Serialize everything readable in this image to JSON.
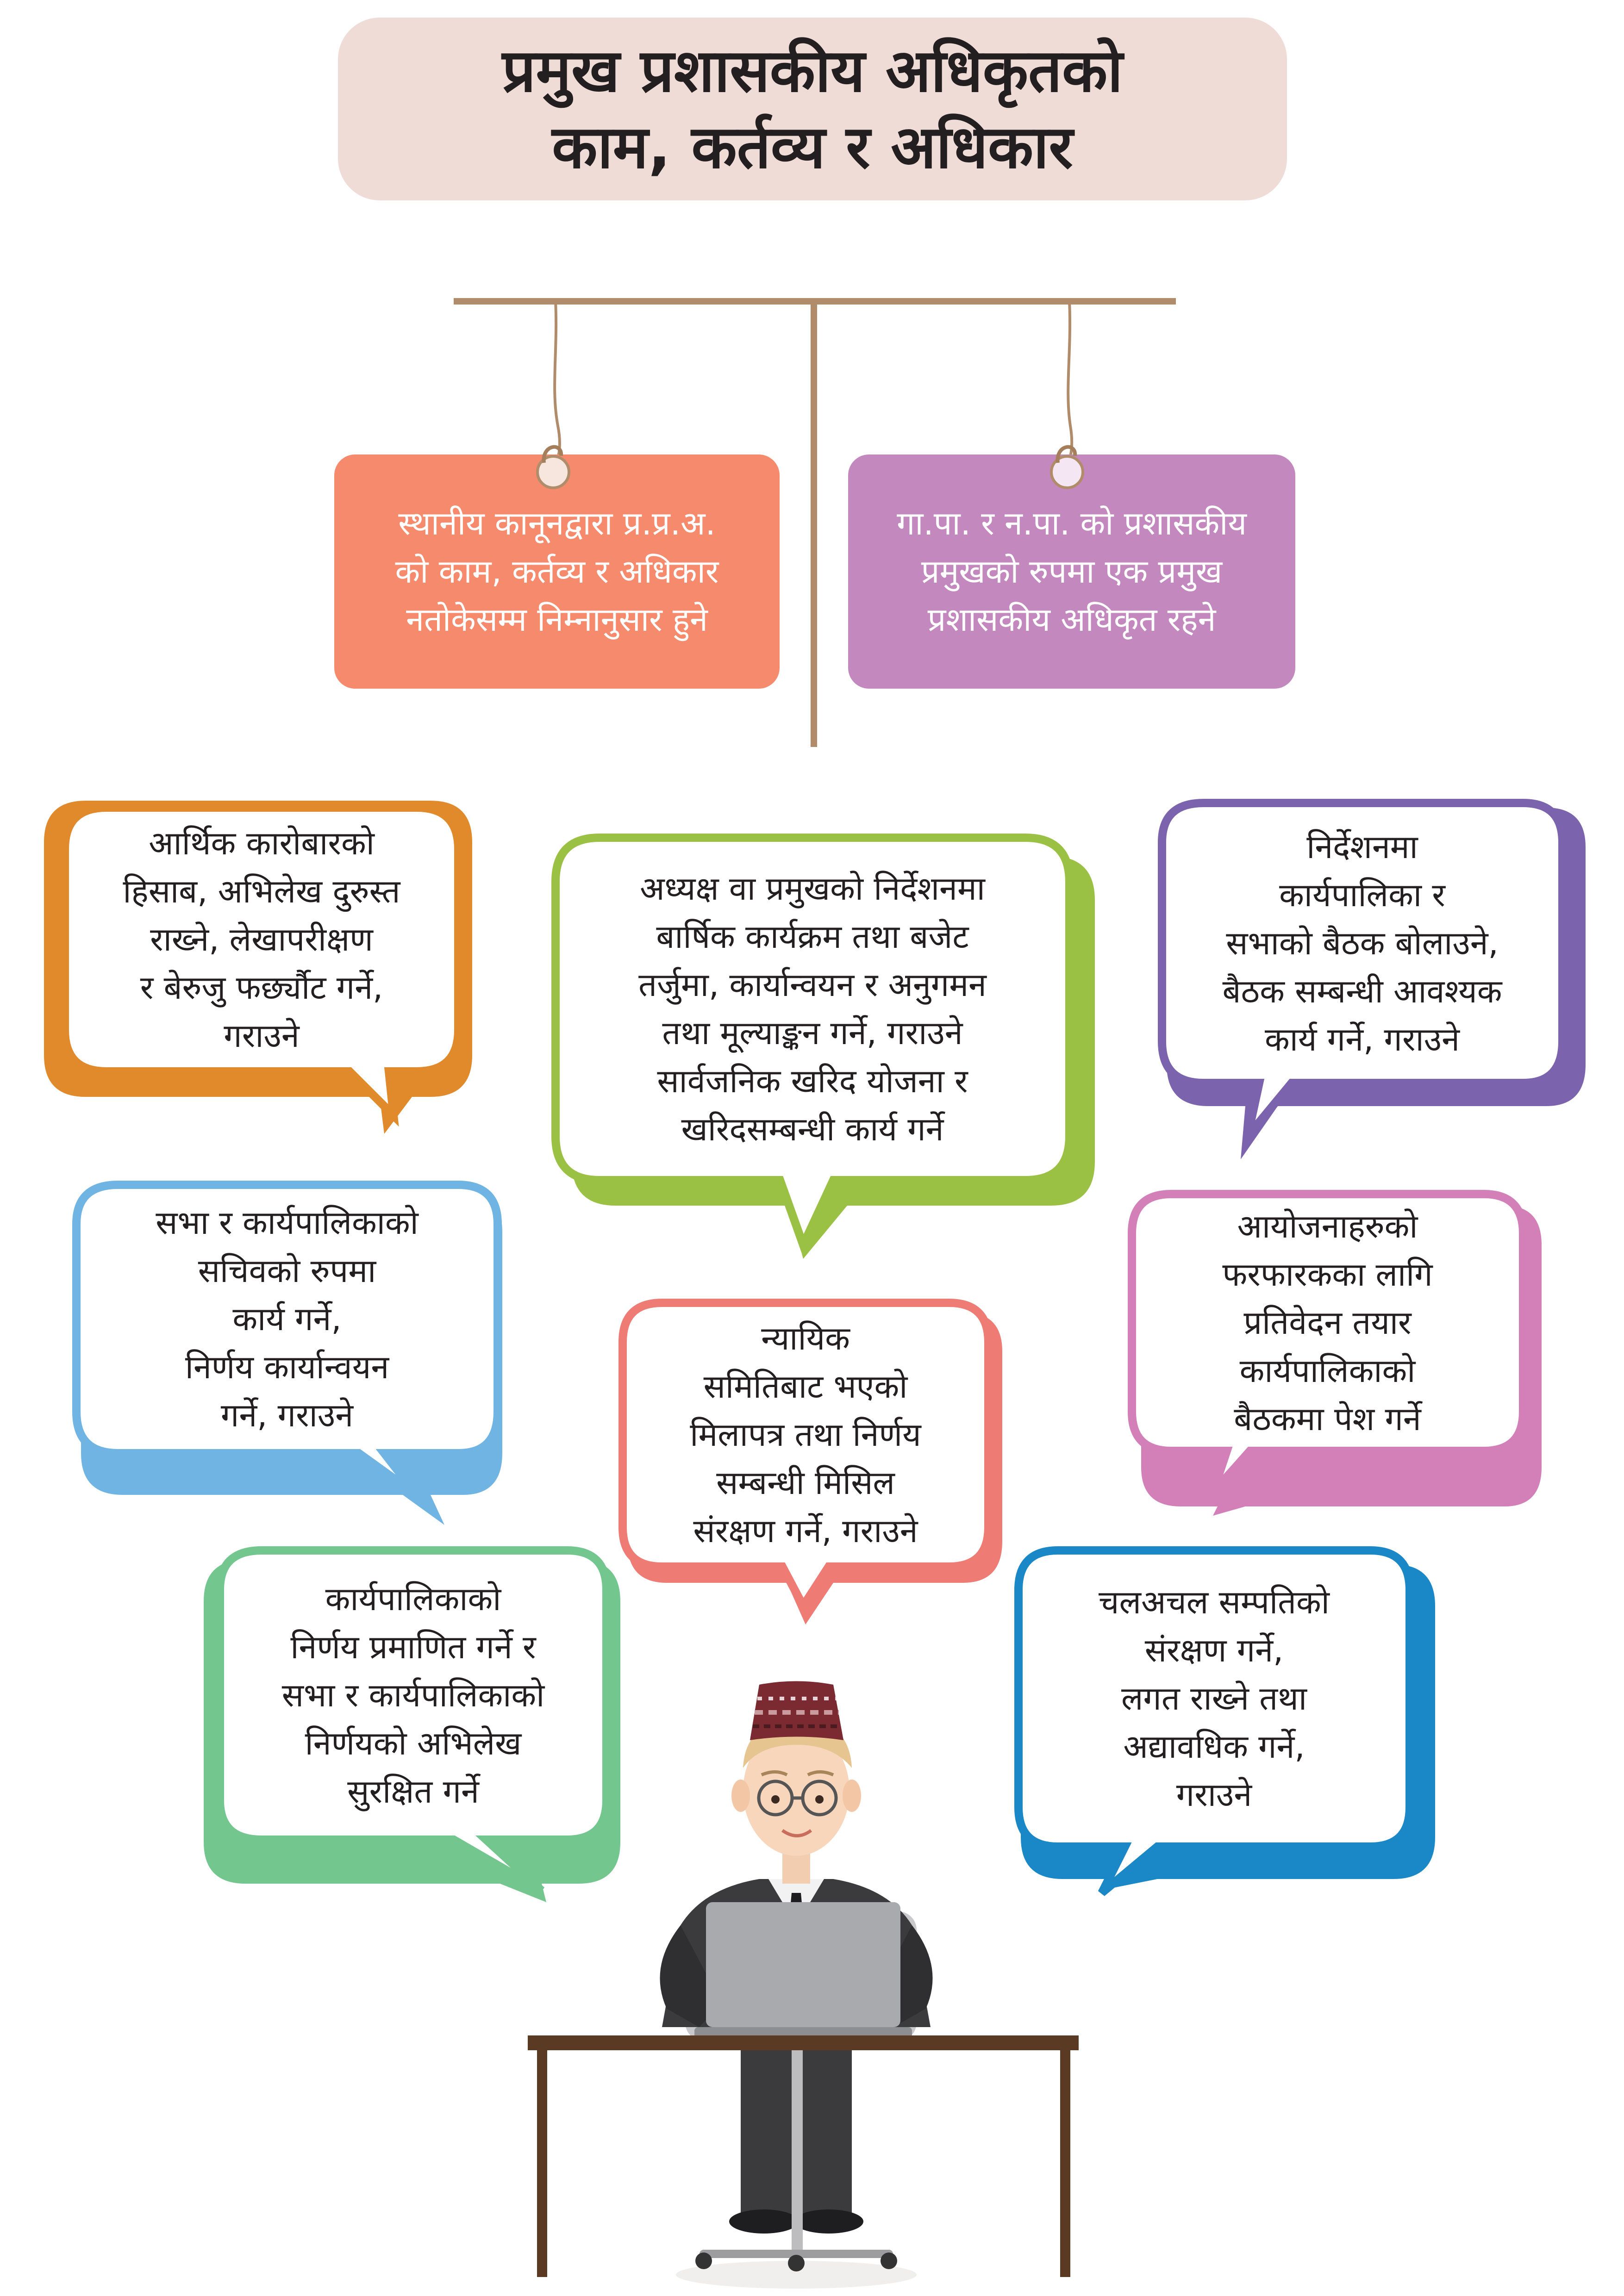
{
  "header": {
    "title_lines": [
      "प्रमुख प्रशासकीय अधिकृतको",
      "काम, कर्तव्य र अधिकार"
    ]
  },
  "signs": [
    {
      "lines": [
        "स्थानीय कानूनद्वारा प्र.प्र.अ.",
        "को काम, कर्तव्य र अधिकार",
        "नतोकेसम्म निम्नानुसार हुने"
      ],
      "color": "#f58b6c"
    },
    {
      "lines": [
        "गा.पा. र न.पा. को प्रशासकीय",
        "प्रमुखको रुपमा एक प्रमुख",
        "प्रशासकीय अधिकृत रहने"
      ],
      "color": "#c388be"
    }
  ],
  "bubbles": [
    {
      "lines": [
        "आर्थिक कारोबारको",
        "हिसाब, अभिलेख दुरुस्त",
        "राख्ने, लेखापरीक्षण",
        "र बेरुजु फर्छ्यौट गर्ने,",
        "गराउने"
      ],
      "color": "#e08a2c"
    },
    {
      "lines": [
        "अध्यक्ष वा प्रमुखको निर्देशनमा",
        "बार्षिक कार्यक्रम तथा बजेट",
        "तर्जुमा, कार्यान्वयन र अनुगमन",
        "तथा मूल्याङ्कन गर्ने, गराउने",
        "सार्वजनिक खरिद योजना र",
        "खरिदसम्बन्धी कार्य गर्ने"
      ],
      "color": "#9bc144"
    },
    {
      "lines": [
        "निर्देशनमा",
        "कार्यपालिका र",
        "सभाको बैठक बोलाउने,",
        "बैठक सम्बन्धी आवश्यक",
        "कार्य गर्ने, गराउने"
      ],
      "color": "#7b63ad"
    },
    {
      "lines": [
        "सभा र कार्यपालिकाको",
        "सचिवको रुपमा",
        "कार्य गर्ने,",
        "निर्णय कार्यान्वयन",
        "गर्ने, गराउने"
      ],
      "color": "#6fb4e3"
    },
    {
      "lines": [
        "न्यायिक",
        "समितिबाट भएको",
        "मिलापत्र तथा निर्णय",
        "सम्बन्धी मिसिल",
        "संरक्षण गर्ने, गराउने"
      ],
      "color": "#ee7b74"
    },
    {
      "lines": [
        "आयोजनाहरुको",
        "फरफारकका लागि",
        "प्रतिवेदन तयार",
        "कार्यपालिकाको",
        "बैठकमा पेश गर्ने"
      ],
      "color": "#d37fb8"
    },
    {
      "lines": [
        "कार्यपालिकाको",
        "निर्णय प्रमाणित गर्ने र",
        "सभा र कार्यपालिकाको",
        "निर्णयको अभिलेख",
        "सुरक्षित गर्ने"
      ],
      "color": "#74c68f"
    },
    {
      "lines": [
        "चलअचल सम्पतिको",
        "संरक्षण गर्ने,",
        "लगत राख्ने तथा",
        "अद्यावधिक गर्ने,",
        "गराउने"
      ],
      "color": "#1a87c6"
    }
  ],
  "colors": {
    "rope": "#b08c6a",
    "title_bg": "#f0dcd6",
    "desk": "#5a3a22",
    "suit": "#3b3b3d",
    "laptop": "#a9aaad"
  },
  "icons": [
    "hook-icon",
    "person-at-desk-icon",
    "laptop-icon",
    "dhaka-topi-icon"
  ]
}
